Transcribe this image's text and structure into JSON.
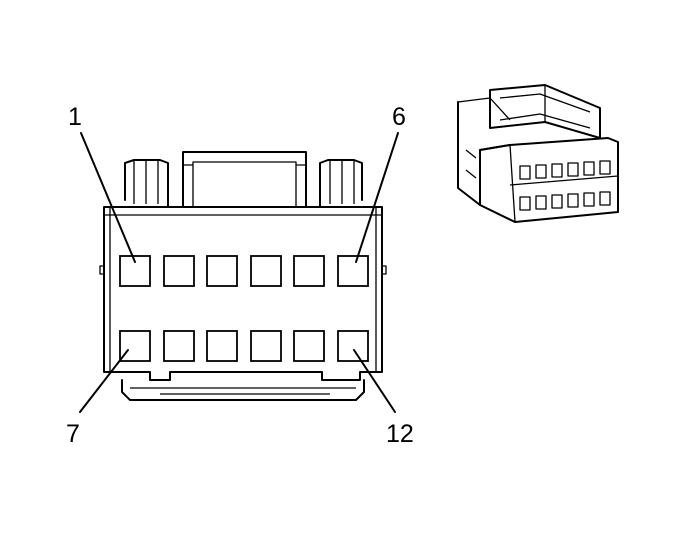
{
  "diagram": {
    "line_color": "#000000",
    "background": "#ffffff",
    "rows": [
      {
        "first": "1",
        "last": "6",
        "count": 6
      },
      {
        "first": "7",
        "last": "12",
        "count": 6
      }
    ],
    "labels": {
      "pin_1": "1",
      "pin_6": "6",
      "pin_7": "7",
      "pin_12": "12"
    }
  }
}
